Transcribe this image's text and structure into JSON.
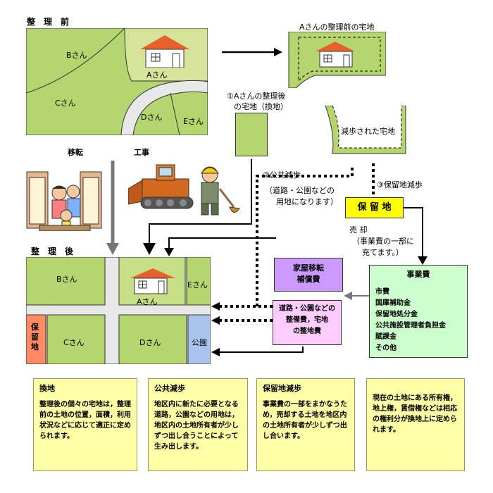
{
  "before": {
    "title": "整　理　前",
    "b": "Bさん",
    "a": "Aさん",
    "c": "Cさん",
    "d": "Dさん",
    "e": "Eさん"
  },
  "a_before_label": "Aさんの整理前の宅地",
  "a_after_label_1": "①Aさんの整理後",
  "a_after_label_2": "の宅地（換地）",
  "reduced_label": "減歩された宅地",
  "public_label_1": "②公共減歩",
  "public_label_2": "（道路・公園などの",
  "public_label_3": "用地になります）",
  "reserve_reduction_label": "③保留地減歩",
  "reserve_land": "保 留 地",
  "sale_1": "売 却",
  "sale_2": "（事業費の一部に",
  "sale_3": "充てます。）",
  "relocation": "移転",
  "construction": "工事",
  "after": {
    "title": "整　理　後",
    "b": "Bさん",
    "a": "Aさん",
    "e": "Eさん",
    "c": "Cさん",
    "d": "Dさん",
    "reserve": "保留地",
    "park": "公園"
  },
  "compensation_1": "家屋移転",
  "compensation_2": "補償費",
  "maintenance_1": "道路・公園などの",
  "maintenance_2": "整備費，宅地",
  "maintenance_3": "の整地費",
  "project_cost": {
    "title": "事業費",
    "items": [
      "市費",
      "国庫補助金",
      "保留地処分金",
      "公共施設管理者負担金",
      "賦課金",
      "その他"
    ]
  },
  "notes": [
    {
      "title": "換地",
      "body": "整理後の個々の宅地は，整理前の土地の位置，面積，利用状況などに応じて適正に定められます。"
    },
    {
      "title": "公共減歩",
      "body": "地区内に新たに必要となる道路，公園などの用地は，地区内の土地所有者が少しずつ出し合うことによって生み出します。"
    },
    {
      "title": "保留地減歩",
      "body": "事業費の一部をまかなうため，売却する土地を地区内の土地所有者が少しずつ出し合います。"
    },
    {
      "title": "",
      "body": "現在の土地にある所有権，地上権，賃借権などは相応の権利分が換地上に定められます。"
    }
  ],
  "colors": {
    "land": "#b5d56f",
    "land_dark": "#a3c55c",
    "road": "#e8e8e8",
    "house_roof": "#e8602a",
    "reserve_land": "#ffff00",
    "compensation": "#cc99ff",
    "maintenance": "#ffccff",
    "project_cost": "#ccffcc",
    "note": "#ffffa8",
    "reserve_plot": "#ff8a64",
    "park": "#a9c4ec"
  }
}
